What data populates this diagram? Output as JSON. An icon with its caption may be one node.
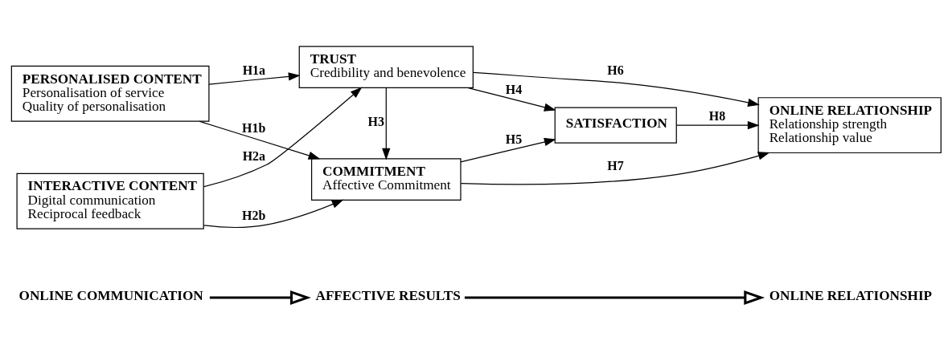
{
  "diagram": {
    "nodes": [
      {
        "text": [
          "ONLINE COMMUNICATION"
        ]
      },
      {
        "text": [
          "AFFECTIVE RESULTS"
        ]
      },
      {
        "text": [
          "ONLINE RELATIONSHIP"
        ]
      },
      {
        "text": [
          "PERSONALISED CONTENT",
          "Personalisation of service",
          "Quality of personalisation"
        ]
      },
      {
        "text": [
          "INTERACTIVE CONTENT",
          "Digital communication",
          "Reciprocal feedback"
        ]
      },
      {
        "text": [
          "TRUST",
          "Credibility and benevolence"
        ]
      },
      {
        "text": [
          "SATISFACTION"
        ]
      },
      {
        "text": [
          "COMMITMENT",
          "Affective Commitment"
        ]
      },
      {
        "text": [
          "ONLINE RELATIONSHIP",
          "Relationship strength",
          "Relationship value"
        ]
      }
    ],
    "edges": [
      {
        "from": 0,
        "to": 1,
        "arrow": "to",
        "style": "thick"
      },
      {
        "from": 1,
        "to": 2,
        "arrow": "to",
        "style": "thick"
      },
      {
        "from": 3,
        "to": 5,
        "arrow": "to",
        "label": "H1a"
      },
      {
        "from": 3,
        "to": 7,
        "arrow": "to",
        "label": "H1b"
      },
      {
        "from": 4,
        "to": 5,
        "arrow": "to",
        "label": "H2a"
      },
      {
        "from": 4,
        "to": 7,
        "arrow": "to",
        "label": "H2b"
      },
      {
        "from": 5,
        "to": 7,
        "arrow": "to",
        "label": "H3"
      },
      {
        "from": 5,
        "to": 6,
        "arrow": "to",
        "label": "H4"
      },
      {
        "from": 7,
        "to": 6,
        "arrow": "to",
        "label": "H5"
      },
      {
        "from": 5,
        "to": 8,
        "arrow": "to",
        "label": "H6"
      },
      {
        "from": 7,
        "to": 8,
        "arrow": "to",
        "label": "H7"
      },
      {
        "from": 6,
        "to": 8,
        "arrow": "to",
        "label": "H8"
      }
    ]
  }
}
